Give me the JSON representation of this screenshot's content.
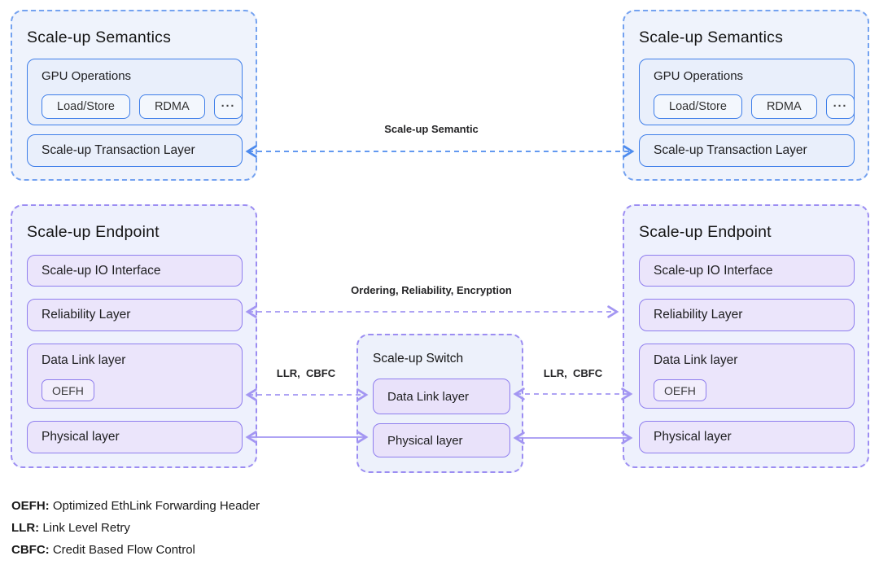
{
  "semantics": {
    "title": "Scale-up Semantics",
    "gpu_group": "GPU Operations",
    "ops": [
      "Load/Store",
      "RDMA",
      "···"
    ],
    "transaction_layer": "Scale-up Transaction Layer"
  },
  "endpoint": {
    "title": "Scale-up Endpoint",
    "io_layer": "Scale-up IO Interface",
    "reliability_layer": "Reliability Layer",
    "datalink_layer": "Data Link layer",
    "oefh_chip": "OEFH",
    "physical_layer": "Physical layer"
  },
  "switch": {
    "title": "Scale-up Switch",
    "datalink_layer": "Data Link layer",
    "physical_layer": "Physical layer"
  },
  "connections": {
    "semantic_label": "Scale-up Semantic",
    "ordering_label": "Ordering, Reliability, Encryption",
    "llr_left_label": "LLR,  CBFC",
    "llr_right_label": "LLR,  CBFC"
  },
  "legend": [
    {
      "key": "OEFH:",
      "text": " Optimized EthLink Forwarding Header"
    },
    {
      "key": "LLR:",
      "text": " Link Level Retry"
    },
    {
      "key": "CBFC:",
      "text": " Credit Based Flow Control"
    }
  ],
  "colors": {
    "blue_border": "#3e7ee9",
    "blue_dashed_border": "#74a2f0",
    "blue_arrow": "#4d8bee",
    "blue_fill": "#e9effb",
    "blue_outer_fill": "#eff3fc",
    "purple_border": "#8f7eee",
    "purple_dashed_border": "#9c8df2",
    "purple_arrow": "#a396f2",
    "purple_fill": "#ebe5fb",
    "purple_outer_fill": "#eef1fd"
  }
}
